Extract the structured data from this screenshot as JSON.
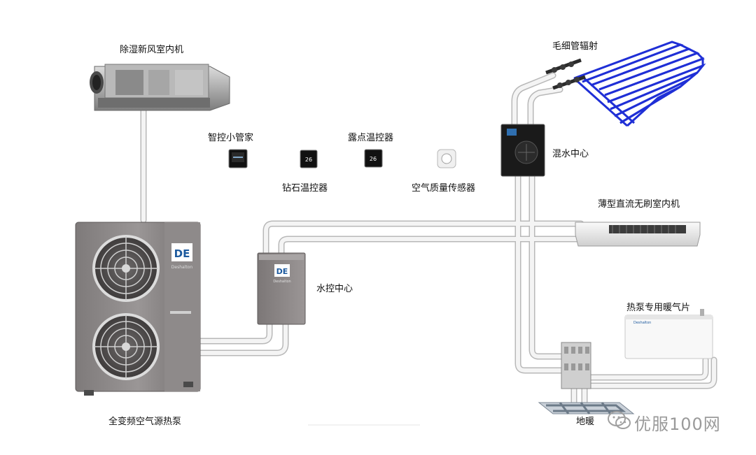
{
  "labels": {
    "fresh_air_unit": "除湿新风室内机",
    "smart_butler": "智控小管家",
    "dewpoint_thermostat": "露点温控器",
    "diamond_thermostat": "钻石温控器",
    "air_quality_sensor": "空气质量传感器",
    "capillary_radiation": "毛细管辐射",
    "mixing_center": "混水中心",
    "slim_indoor_unit": "薄型直流无刷室内机",
    "water_control_center": "水控中心",
    "heat_pump_radiator": "热泵专用暖气片",
    "floor_heating": "地暖",
    "heat_pump": "全变频空气源热泵"
  },
  "brand_logo_text": "Deshalton",
  "radiator_brand_text": "Deshalton",
  "watermark": "优服100网",
  "colors": {
    "pipe": "#f2f2f2",
    "pipe_edge": "#b4b4b4",
    "capillary": "#1f2fd6",
    "unit_gray": "#8a8686",
    "brand_blue": "#1d5a9e"
  }
}
